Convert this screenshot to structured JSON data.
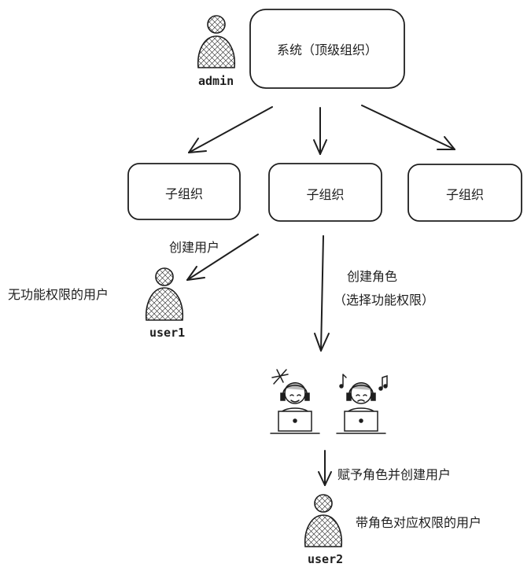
{
  "nodes": {
    "system": {
      "label": "系统（顶级组织）"
    },
    "sub_orgs": [
      {
        "label": "子组织"
      },
      {
        "label": "子组织"
      },
      {
        "label": "子组织"
      }
    ]
  },
  "users": {
    "admin": {
      "name": "admin"
    },
    "user1": {
      "name": "user1",
      "note": "无功能权限的用户"
    },
    "user2": {
      "name": "user2",
      "note": "带角色对应权限的用户"
    }
  },
  "edges": {
    "create_user": "创建用户",
    "create_role_line1": "创建角色",
    "create_role_line2": "（选择功能权限）",
    "assign_role": "赋予角色并创建用户"
  },
  "colors": {
    "stroke": "#1e1e1e",
    "hatch": "#1e1e1e"
  }
}
